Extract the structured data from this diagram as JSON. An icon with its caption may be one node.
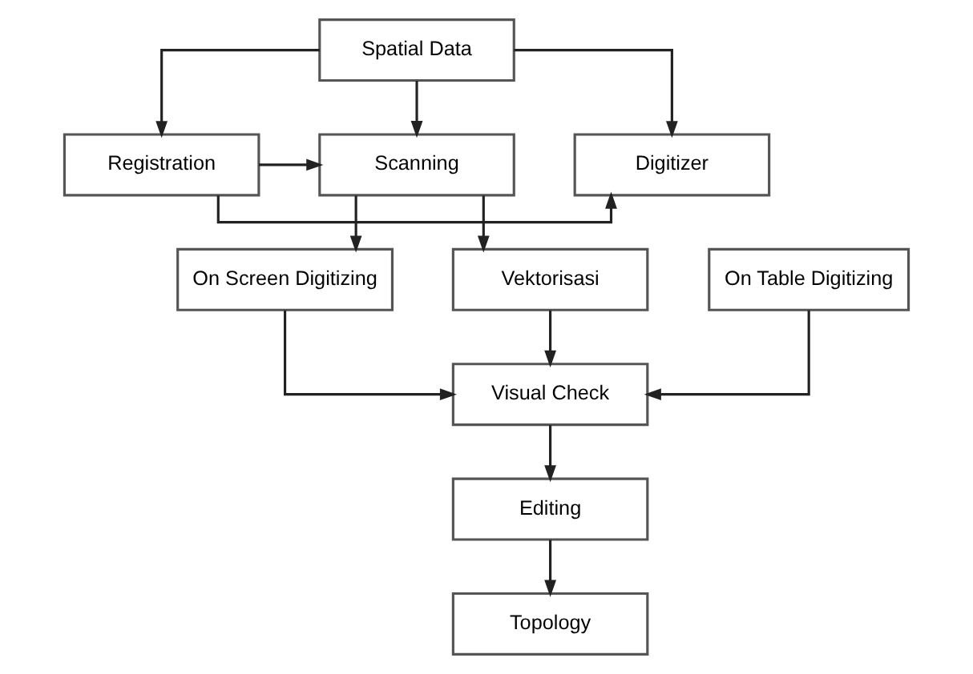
{
  "diagram": {
    "nodes": [
      {
        "text": [
          "Spatial Data"
        ]
      },
      {
        "text": [
          "Digitizer"
        ]
      },
      {
        "text": [
          "Registration"
        ]
      },
      {
        "text": [
          "Scanning"
        ]
      },
      {
        "text": [
          "On Table Digitizing"
        ]
      },
      {
        "text": [
          "On Screen Digitizing"
        ]
      },
      {
        "text": [
          "Vektorisasi"
        ]
      },
      {
        "text": [
          "Visual Check"
        ]
      },
      {
        "text": [
          "Editing"
        ]
      },
      {
        "text": [
          "Topology"
        ]
      }
    ],
    "edges": [
      {
        "from": 0,
        "to": 1,
        "arrow": "to"
      },
      {
        "from": 0,
        "to": 2,
        "arrow": "to"
      },
      {
        "from": 0,
        "to": 3,
        "arrow": "to"
      },
      {
        "from": 2,
        "to": 1,
        "arrow": "to"
      },
      {
        "from": 2,
        "to": 3,
        "arrow": "to"
      },
      {
        "from": 3,
        "to": 5,
        "arrow": "to"
      },
      {
        "from": 3,
        "to": 6,
        "arrow": "to"
      },
      {
        "from": 4,
        "to": 7,
        "arrow": "to"
      },
      {
        "from": 5,
        "to": 7,
        "arrow": "to"
      },
      {
        "from": 6,
        "to": 7,
        "arrow": "to"
      },
      {
        "from": 7,
        "to": 8,
        "arrow": "to"
      },
      {
        "from": 8,
        "to": 9,
        "arrow": "to"
      }
    ]
  }
}
